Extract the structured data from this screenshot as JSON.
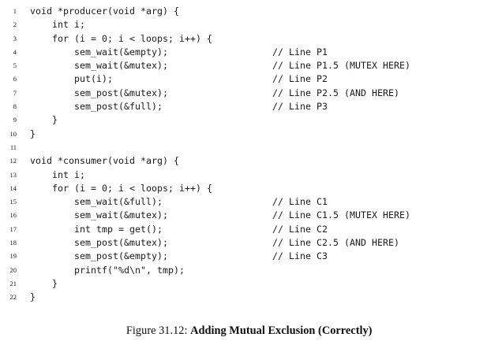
{
  "figure": {
    "caption_label": "Figure 31.12: ",
    "caption_title": "Adding Mutual Exclusion (Correctly)"
  },
  "code": {
    "language": "c",
    "lines": [
      {
        "number": "1",
        "code": "void *producer(void *arg) {",
        "comment": ""
      },
      {
        "number": "2",
        "code": "    int i;",
        "comment": ""
      },
      {
        "number": "3",
        "code": "    for (i = 0; i < loops; i++) {",
        "comment": ""
      },
      {
        "number": "4",
        "code": "        sem_wait(&empty);",
        "comment": "// Line P1"
      },
      {
        "number": "5",
        "code": "        sem_wait(&mutex);",
        "comment": "// Line P1.5 (MUTEX HERE)"
      },
      {
        "number": "6",
        "code": "        put(i);",
        "comment": "// Line P2"
      },
      {
        "number": "7",
        "code": "        sem_post(&mutex);",
        "comment": "// Line P2.5 (AND HERE)"
      },
      {
        "number": "8",
        "code": "        sem_post(&full);",
        "comment": "// Line P3"
      },
      {
        "number": "9",
        "code": "    }",
        "comment": ""
      },
      {
        "number": "10",
        "code": "}",
        "comment": ""
      },
      {
        "number": "11",
        "code": "",
        "comment": ""
      },
      {
        "number": "12",
        "code": "void *consumer(void *arg) {",
        "comment": ""
      },
      {
        "number": "13",
        "code": "    int i;",
        "comment": ""
      },
      {
        "number": "14",
        "code": "    for (i = 0; i < loops; i++) {",
        "comment": ""
      },
      {
        "number": "15",
        "code": "        sem_wait(&full);",
        "comment": "// Line C1"
      },
      {
        "number": "16",
        "code": "        sem_wait(&mutex);",
        "comment": "// Line C1.5 (MUTEX HERE)"
      },
      {
        "number": "17",
        "code": "        int tmp = get();",
        "comment": "// Line C2"
      },
      {
        "number": "18",
        "code": "        sem_post(&mutex);",
        "comment": "// Line C2.5 (AND HERE)"
      },
      {
        "number": "19",
        "code": "        sem_post(&empty);",
        "comment": "// Line C3"
      },
      {
        "number": "20",
        "code": "        printf(\"%d\\n\", tmp);",
        "comment": ""
      },
      {
        "number": "21",
        "code": "    }",
        "comment": ""
      },
      {
        "number": "22",
        "code": "}",
        "comment": ""
      }
    ]
  },
  "colors": {
    "background": "#ffffff",
    "text": "#1a1a1a",
    "caption": "#111111"
  }
}
